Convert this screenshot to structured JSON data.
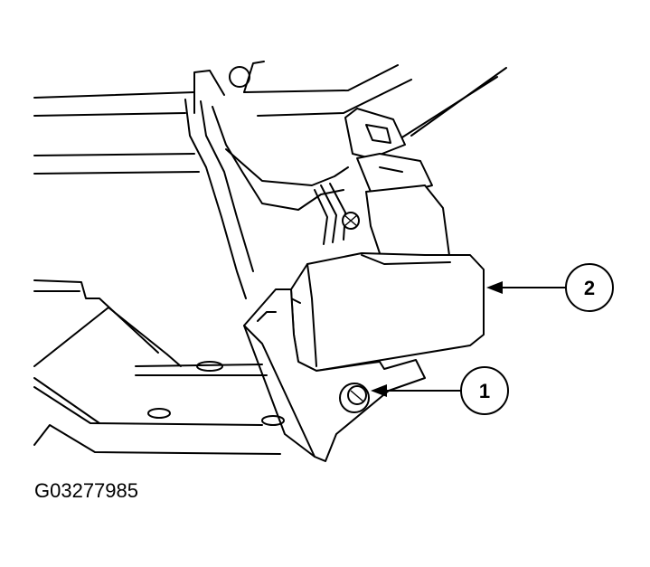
{
  "figure": {
    "id_text": "G03277985",
    "callouts": [
      {
        "number": "1",
        "part": "bolt-icon"
      },
      {
        "number": "2",
        "part": "sensor-housing-icon"
      }
    ]
  }
}
